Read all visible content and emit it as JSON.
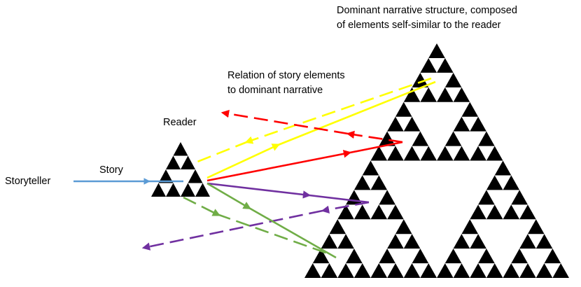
{
  "labels": {
    "title_line1": "Dominant narrative structure, composed",
    "title_line2": "of elements self-similar to the reader",
    "relation_line1": "Relation of story elements",
    "relation_line2": "to dominant narrative",
    "reader": "Reader",
    "story": "Story",
    "storyteller": "Storyteller"
  },
  "colors": {
    "blue": "#5b9bd5",
    "yellow": "#ffff00",
    "red": "#ff0000",
    "purple": "#7030a0",
    "green": "#70ad47",
    "black": "#000000"
  }
}
